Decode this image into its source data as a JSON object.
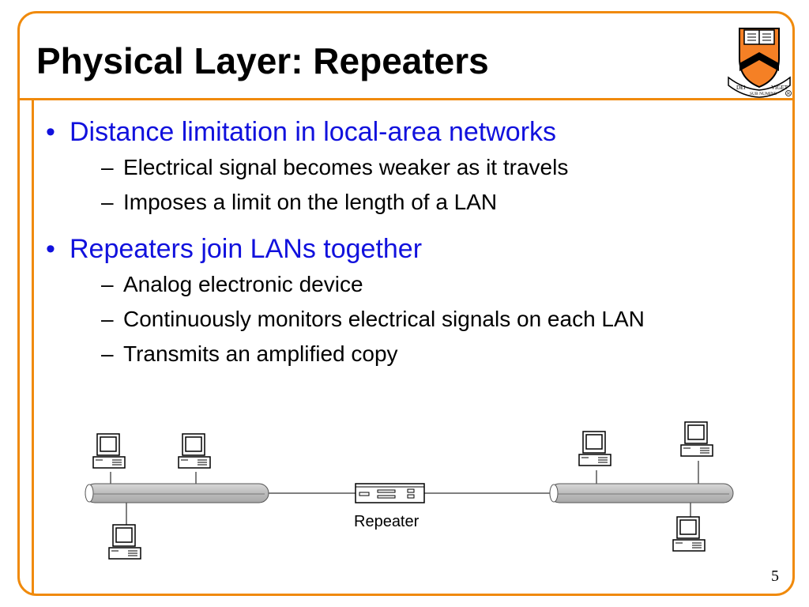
{
  "slide": {
    "title": "Physical Layer: Repeaters",
    "page_number": "5",
    "accent_color": "#f08a0c",
    "bullet_color": "#1111dd"
  },
  "logo": {
    "icon": "university-shield-icon",
    "motto_left": "DEI",
    "motto_center": "SUB NUMINE",
    "motto_right": "VIGET"
  },
  "bullets": [
    {
      "text": "Distance limitation in local-area networks",
      "subs": [
        "Electrical signal becomes weaker as it travels",
        "Imposes a limit on the length of a LAN"
      ]
    },
    {
      "text": "Repeaters join LANs together",
      "subs": [
        "Analog electronic device",
        "Continuously monitors electrical signals on each LAN",
        "Transmits an amplified copy"
      ]
    }
  ],
  "diagram": {
    "repeater_label": "Repeater",
    "icons": [
      "computer-icon",
      "lan-cable-icon",
      "repeater-device-icon"
    ]
  }
}
